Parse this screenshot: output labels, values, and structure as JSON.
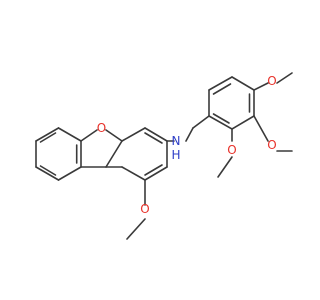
{
  "molecule": {
    "atoms": {
      "furan_oxygen": "O",
      "amine_nitrogen": "N",
      "amine_hydrogen": "H",
      "methoxy_oxygen_left": "O",
      "methoxy_oxygen_top_right": "O",
      "methoxy_oxygen_right": "O",
      "methoxy_oxygen_bottom": "O"
    },
    "colors": {
      "bond": "#3a3a3a",
      "oxygen": "#e8322b",
      "nitrogen": "#2f3fc7"
    }
  }
}
